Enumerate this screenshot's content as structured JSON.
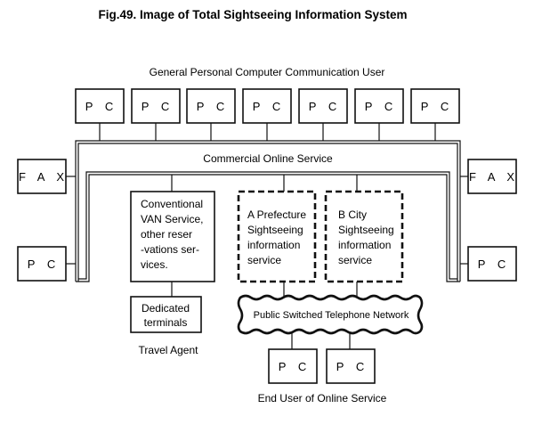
{
  "title": "Fig.49. Image of Total Sightseeing Information System",
  "user_group_label": "General Personal Computer Communication User",
  "pc_label": "P C",
  "fax_label": "F A X",
  "commercial_service_label": "Commercial Online Service",
  "van_service_lines": [
    "Conventional",
    "VAN Service,",
    "other reser",
    "-vations ser-",
    "vices."
  ],
  "prefecture_lines": [
    "A Prefecture",
    "Sightseeing",
    "information",
    "service"
  ],
  "city_lines": [
    "B City",
    "Sightseeing",
    "information",
    "service"
  ],
  "dedicated_terminals_lines": [
    "Dedicated",
    "terminals"
  ],
  "travel_agent_label": "Travel Agent",
  "pstn_label": "Public Switched Telephone Network",
  "end_user_label": "End User of Online Service"
}
